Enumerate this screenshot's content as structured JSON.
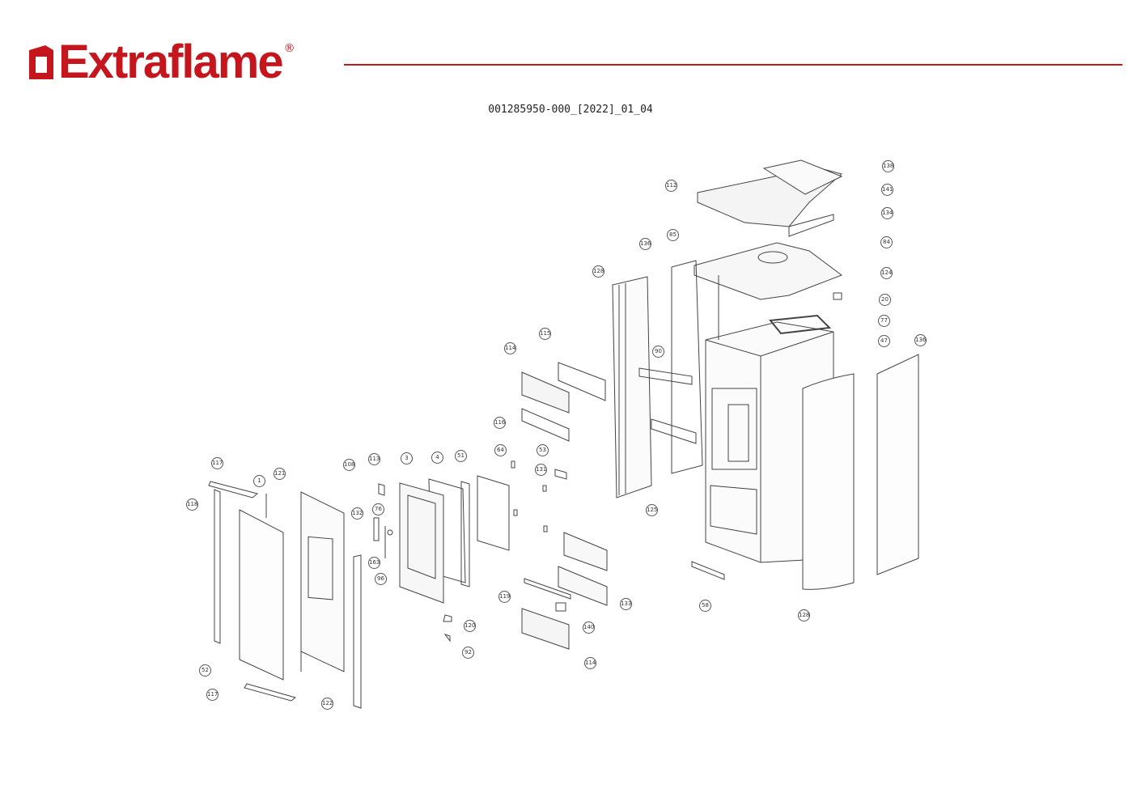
{
  "brand": {
    "name": "Extraflame",
    "registered": "®",
    "color": "#c4161c"
  },
  "document_code": "001285950-000_[2022]_01_04",
  "callouts": [
    "138",
    "112",
    "141",
    "134",
    "85",
    "136",
    "84",
    "124",
    "20",
    "77",
    "47",
    "128",
    "136",
    "115",
    "114",
    "90",
    "116",
    "64",
    "53",
    "131",
    "117",
    "121",
    "1",
    "118",
    "108",
    "113",
    "3",
    "4",
    "51",
    "132",
    "76",
    "163",
    "96",
    "125",
    "58",
    "128",
    "133",
    "119",
    "140",
    "120",
    "92",
    "114",
    "52",
    "117",
    "122"
  ]
}
